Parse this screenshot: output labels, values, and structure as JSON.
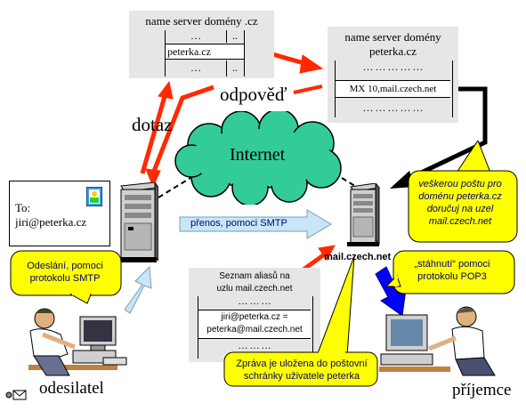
{
  "ns_cz": {
    "title": "name server domény .cz",
    "row_top": "…",
    "row_top_right": "..",
    "entry": "peterka.cz",
    "row_bottom": "…",
    "row_bottom_right": ".."
  },
  "ns_peterka": {
    "title_line1": "name server domény",
    "title_line2": "peterka.cz",
    "dots_top": "……………",
    "record": "MX 10,mail.czech.net",
    "dots_bottom": "……………"
  },
  "labels": {
    "odpoved": "odpověď",
    "dotaz": "dotaz",
    "internet": "Internet",
    "transfer": "přenos, pomoci  SMTP",
    "mail_host": "mail.czech.net",
    "sender": "odesilatel",
    "recipient": "příjemce"
  },
  "envelope": {
    "to_label": "To:",
    "address": "jiri@peterka.cz"
  },
  "callouts": {
    "send_smtp": "Odeslání, pomoci protokolu SMTP",
    "deliver_all": "veškerou poštu pro doménu peterka.cz doručuj na uzel mail.czech.net",
    "download_pop3": "„stáhnutí“ pomoci protokolu POP3",
    "stored": "Zpráva je uložena do poštovní schránky uživatele peterka"
  },
  "aliases": {
    "title_line1": "Seznam aliasů na",
    "title_line2": "uzlu mail.czech.net",
    "dots_top": "………",
    "entry_line1": "jiri@peterka.cz =",
    "entry_line2": "peterka@mail.czech.net",
    "dots_bottom": "………"
  },
  "colors": {
    "red_arrow": "#ff2a00",
    "cloud": "#33cc99",
    "callout_fill": "#ffff00",
    "callout_text": "#000080",
    "light_blue_arrow": "#c8e6f5",
    "dark_blue_arrow": "#0000ff",
    "gray_box": "#e6e6e6"
  },
  "icons": [
    "server-icon",
    "envelope-icon",
    "computer-user-icon",
    "mail-indicator-icon"
  ]
}
